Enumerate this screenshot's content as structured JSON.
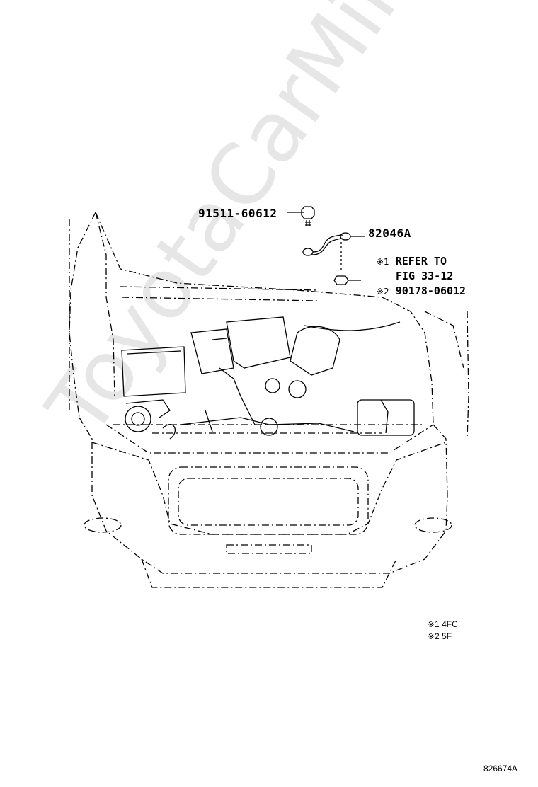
{
  "watermark": "ToyotaCarMine.ru",
  "callouts": {
    "bolt_part": "91511-60612",
    "strap_part": "82046A",
    "note1_mark": "※1",
    "note1_line1": "REFER TO",
    "note1_line2": "FIG 33-12",
    "note2_mark": "※2",
    "note2_part": "90178-06012"
  },
  "footnotes": {
    "line1": "※1 4FC",
    "line2": "※2 5F"
  },
  "figure_id": "826674A",
  "colors": {
    "line": "#000000",
    "watermark": "#e6e6e6",
    "background": "#ffffff"
  }
}
